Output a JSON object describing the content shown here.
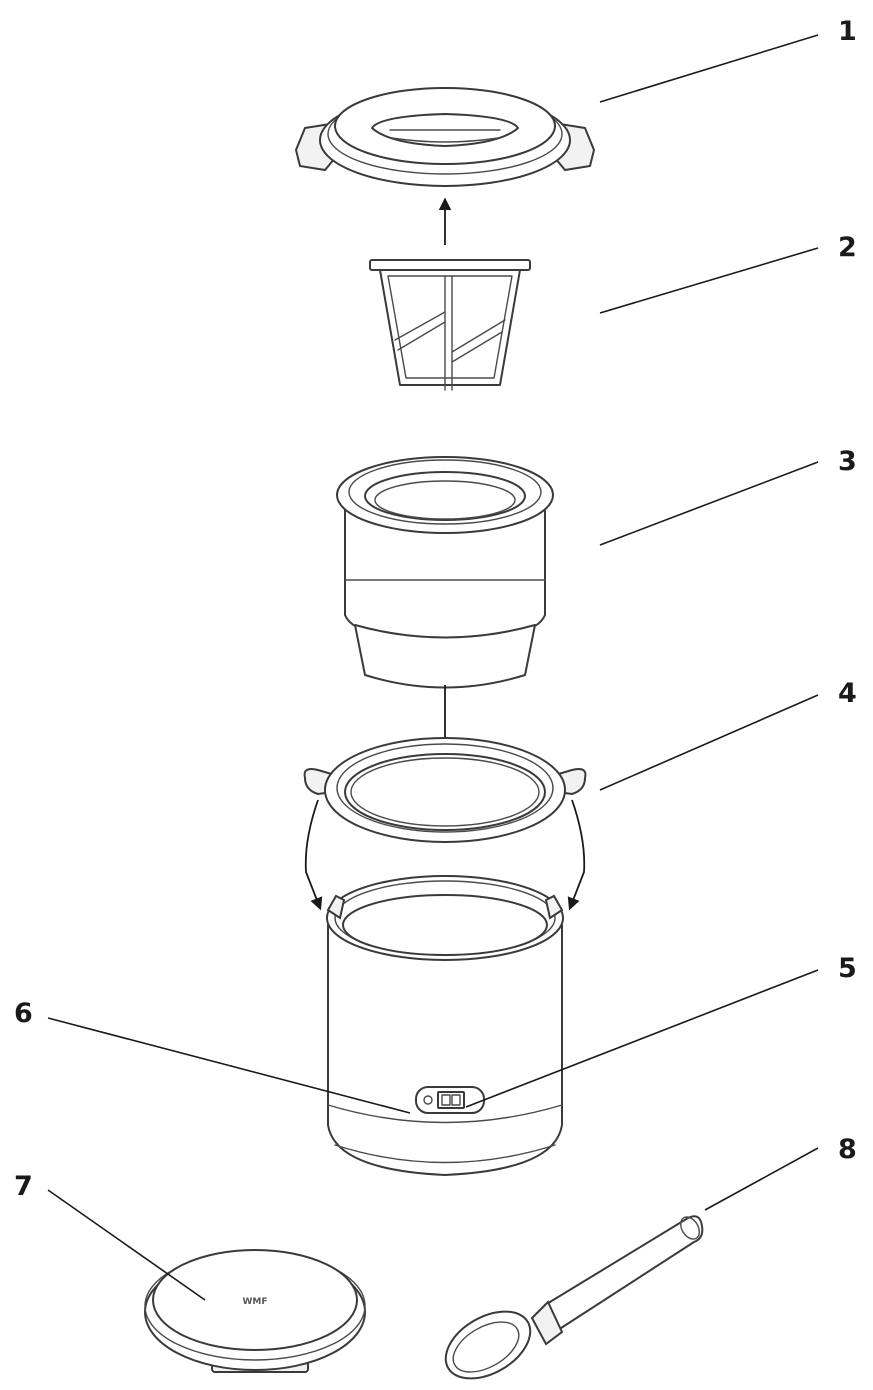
{
  "callouts": [
    {
      "id": "1",
      "label": "1"
    },
    {
      "id": "2",
      "label": "2"
    },
    {
      "id": "3",
      "label": "3"
    },
    {
      "id": "4",
      "label": "4"
    },
    {
      "id": "5",
      "label": "5"
    },
    {
      "id": "6",
      "label": "6"
    },
    {
      "id": "7",
      "label": "7"
    },
    {
      "id": "8",
      "label": "8"
    }
  ],
  "parts": [
    {
      "id": "1",
      "icon": "lid-icon"
    },
    {
      "id": "2",
      "icon": "paddle-icon"
    },
    {
      "id": "3",
      "icon": "inner-bowl-icon"
    },
    {
      "id": "4",
      "icon": "ring-icon"
    },
    {
      "id": "5",
      "icon": "display-icon"
    },
    {
      "id": "6",
      "icon": "base-unit-icon"
    },
    {
      "id": "7",
      "icon": "cover-disc-icon"
    },
    {
      "id": "8",
      "icon": "scoop-icon"
    }
  ],
  "cover_logo": "WMF",
  "colors": {
    "line": "#3a3a3a",
    "text": "#1a1a1a",
    "background": "#ffffff"
  }
}
